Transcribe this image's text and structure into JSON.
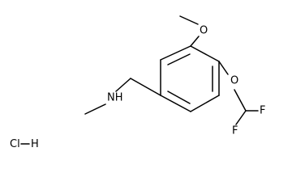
{
  "molecule": {
    "atoms": {
      "methoxy_oxygen": "O",
      "ether_oxygen": "O",
      "fluorine_top": "F",
      "fluorine_bottom": "F",
      "amine": "NH",
      "salt": "ClH"
    }
  }
}
